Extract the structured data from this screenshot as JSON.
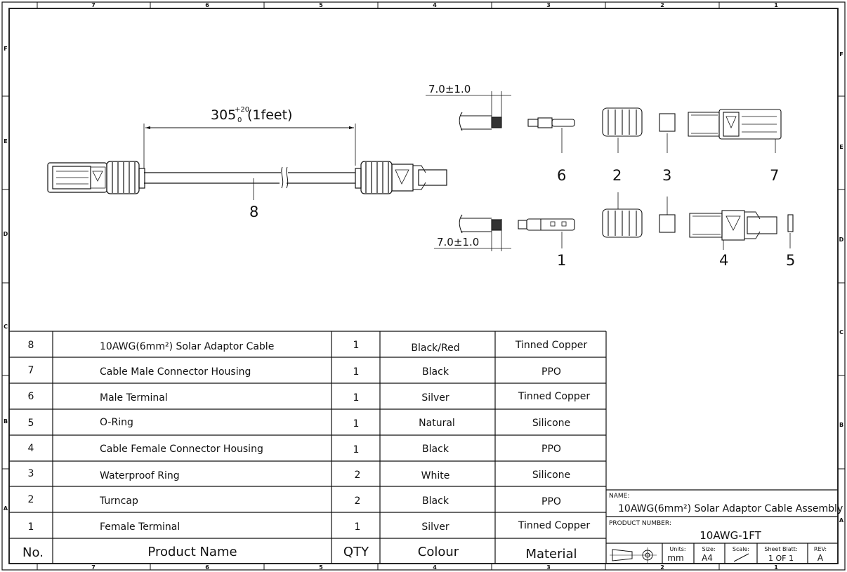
{
  "frame": {
    "columns": [
      "7",
      "6",
      "5",
      "4",
      "3",
      "2",
      "1"
    ],
    "rows": [
      "F",
      "E",
      "D",
      "C",
      "B",
      "A"
    ]
  },
  "assembly": {
    "length_base": "305",
    "tol_plus": "+20",
    "tol_minus": "0",
    "length_note": "(1feet)",
    "cable_callout": "8"
  },
  "exploded": {
    "strip_top": "7.0±1.0",
    "strip_bottom": "7.0±1.0",
    "callouts": [
      "6",
      "2",
      "3",
      "7",
      "1",
      "4",
      "5"
    ]
  },
  "bom": {
    "headers": [
      "No.",
      "Product Name",
      "QTY",
      "Colour",
      "Material"
    ],
    "rows": [
      {
        "no": "8",
        "name": "10AWG(6mm²) Solar Adaptor Cable",
        "qty": "1",
        "colour": "Black/Red",
        "material": "Tinned Copper"
      },
      {
        "no": "7",
        "name": "Cable Male Connector Housing",
        "qty": "1",
        "colour": "Black",
        "material": "PPO"
      },
      {
        "no": "6",
        "name": "Male Terminal",
        "qty": "1",
        "colour": "Silver",
        "material": "Tinned Copper"
      },
      {
        "no": "5",
        "name": "O-Ring",
        "qty": "1",
        "colour": "Natural",
        "material": "Silicone"
      },
      {
        "no": "4",
        "name": "Cable Female Connector Housing",
        "qty": "1",
        "colour": "Black",
        "material": "PPO"
      },
      {
        "no": "3",
        "name": "Waterproof Ring",
        "qty": "2",
        "colour": "White",
        "material": "Silicone"
      },
      {
        "no": "2",
        "name": "Turncap",
        "qty": "2",
        "colour": "Black",
        "material": "PPO"
      },
      {
        "no": "1",
        "name": "Female Terminal",
        "qty": "1",
        "colour": "Silver",
        "material": "Tinned Copper"
      }
    ]
  },
  "title_block": {
    "name_label": "NAME:",
    "name_value": "10AWG(6mm²) Solar Adaptor Cable Assembly",
    "pn_label": "PRODUCT NUMBER:",
    "pn_value": "10AWG-1FT",
    "units_label": "Units:",
    "units_value": "mm",
    "size_label": "Size:",
    "size_value": "A4",
    "scale_label": "Scale:",
    "sheet_label": "Sheet Blatt:",
    "sheet_value": "1 OF 1",
    "rev_label": "REV:",
    "rev_value": "A"
  }
}
